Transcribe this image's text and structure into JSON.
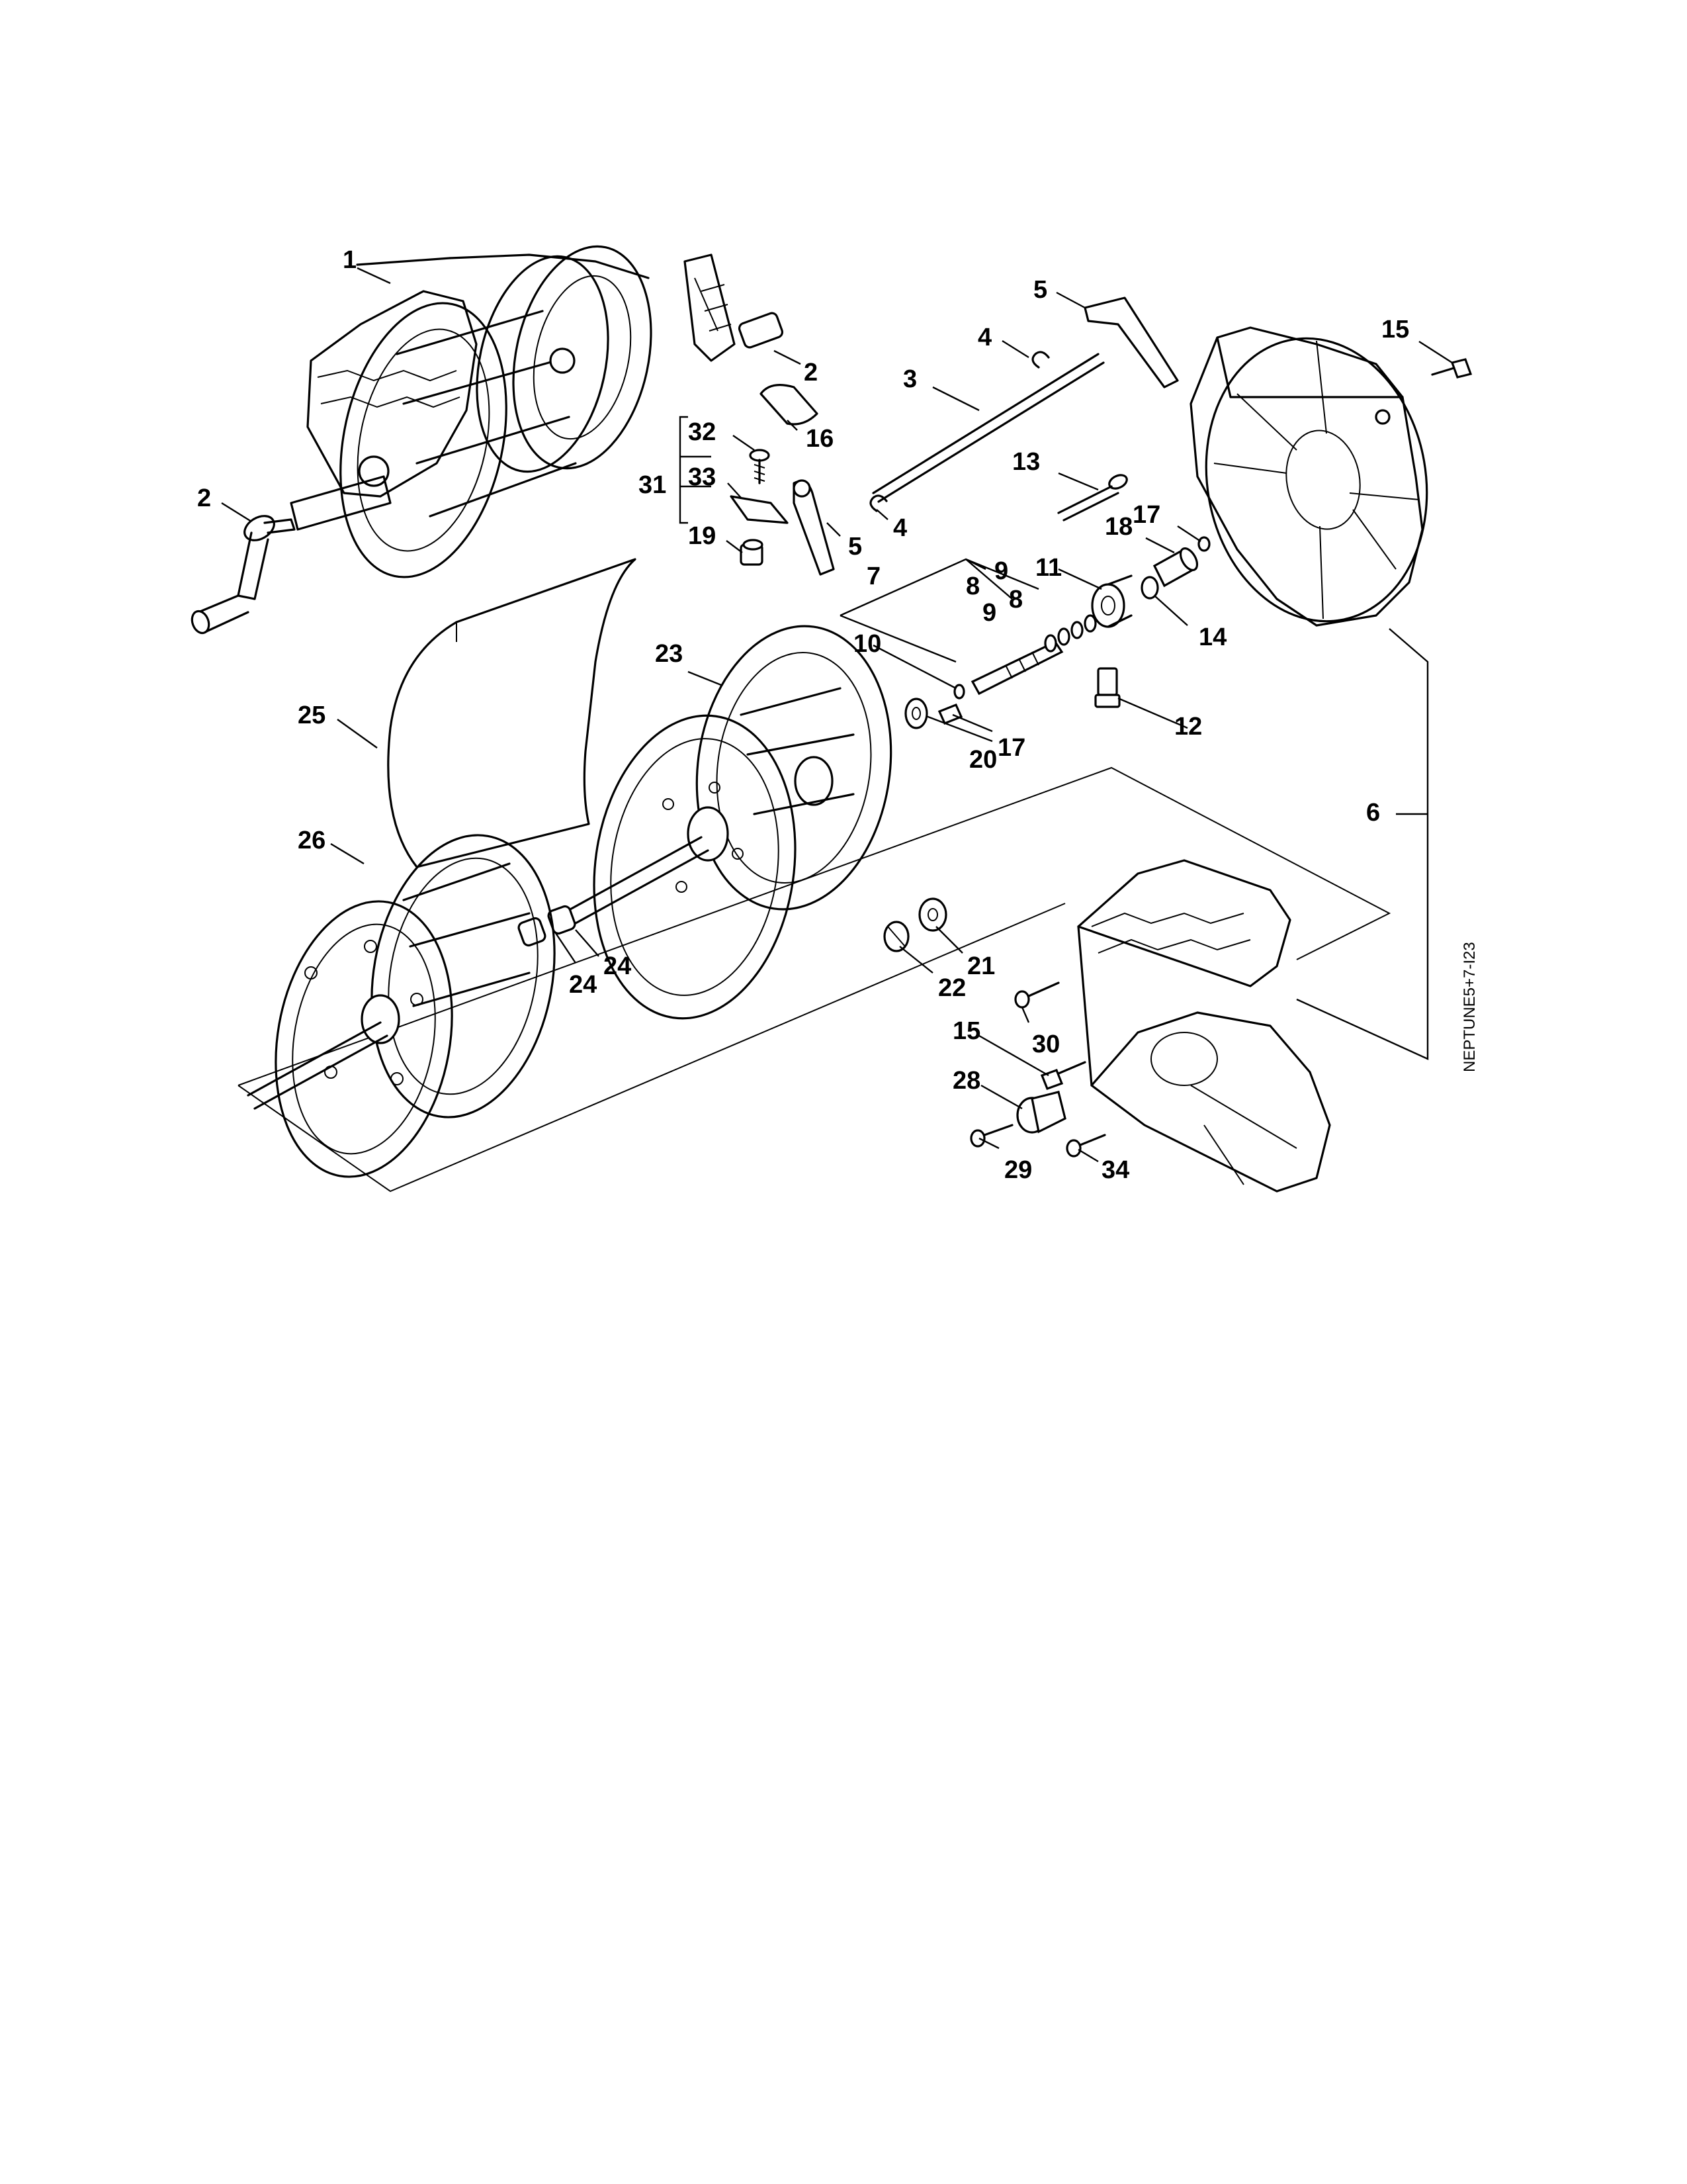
{
  "diagram": {
    "reference_code": "NEPTUNE5+7-I23",
    "callouts": [
      {
        "id": "c1",
        "text": "1"
      },
      {
        "id": "c2a",
        "text": "2"
      },
      {
        "id": "c2b",
        "text": "2"
      },
      {
        "id": "c3",
        "text": "3"
      },
      {
        "id": "c4a",
        "text": "4"
      },
      {
        "id": "c4b",
        "text": "4"
      },
      {
        "id": "c5a",
        "text": "5"
      },
      {
        "id": "c5b",
        "text": "5"
      },
      {
        "id": "c6",
        "text": "6"
      },
      {
        "id": "c7",
        "text": "7"
      },
      {
        "id": "c8a",
        "text": "8"
      },
      {
        "id": "c8b",
        "text": "8"
      },
      {
        "id": "c9a",
        "text": "9"
      },
      {
        "id": "c9b",
        "text": "9"
      },
      {
        "id": "c10",
        "text": "10"
      },
      {
        "id": "c11",
        "text": "11"
      },
      {
        "id": "c12",
        "text": "12"
      },
      {
        "id": "c13",
        "text": "13"
      },
      {
        "id": "c14",
        "text": "14"
      },
      {
        "id": "c15a",
        "text": "15"
      },
      {
        "id": "c15b",
        "text": "15"
      },
      {
        "id": "c16",
        "text": "16"
      },
      {
        "id": "c17a",
        "text": "17"
      },
      {
        "id": "c17b",
        "text": "17"
      },
      {
        "id": "c18",
        "text": "18"
      },
      {
        "id": "c19",
        "text": "19"
      },
      {
        "id": "c20",
        "text": "20"
      },
      {
        "id": "c21",
        "text": "21"
      },
      {
        "id": "c22",
        "text": "22"
      },
      {
        "id": "c23",
        "text": "23"
      },
      {
        "id": "c24a",
        "text": "24"
      },
      {
        "id": "c24b",
        "text": "24"
      },
      {
        "id": "c25",
        "text": "25"
      },
      {
        "id": "c26",
        "text": "26"
      },
      {
        "id": "c28",
        "text": "28"
      },
      {
        "id": "c29",
        "text": "29"
      },
      {
        "id": "c30",
        "text": "30"
      },
      {
        "id": "c31",
        "text": "31"
      },
      {
        "id": "c32",
        "text": "32"
      },
      {
        "id": "c33",
        "text": "33"
      },
      {
        "id": "c34",
        "text": "34"
      }
    ]
  }
}
